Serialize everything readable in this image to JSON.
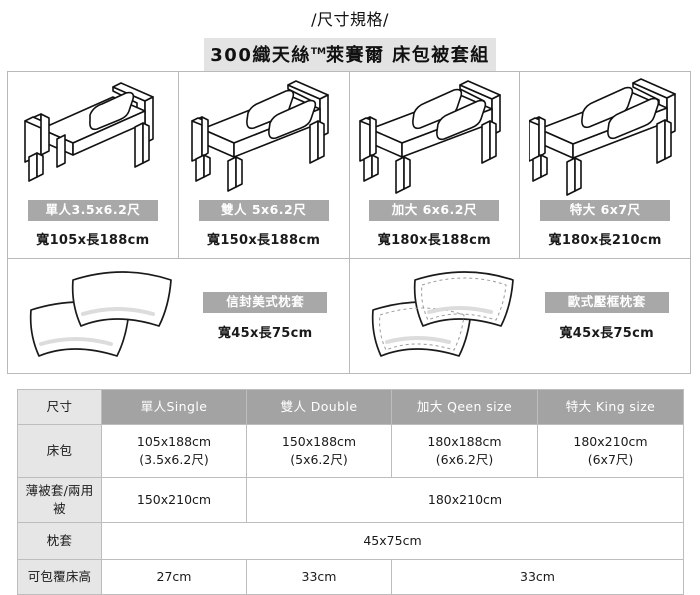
{
  "page_heading": "/尺寸規格/",
  "product_title": {
    "prefix": "300織天絲",
    "tm": "TM",
    "suffix": "萊賽爾 床包被套組"
  },
  "beds": [
    {
      "icon": "single-bed-icon",
      "badge": "單人3.5x6.2尺",
      "dims": "寬105x長188cm"
    },
    {
      "icon": "double-bed-icon",
      "badge": "雙人 5x6.2尺",
      "dims": "寬150x長188cm"
    },
    {
      "icon": "queen-bed-icon",
      "badge": "加大 6x6.2尺",
      "dims": "寬180x長188cm"
    },
    {
      "icon": "king-bed-icon",
      "badge": "特大 6x7尺",
      "dims": "寬180x長210cm"
    }
  ],
  "pillows": [
    {
      "icon": "envelope-pillowcase-icon",
      "badge": "信封美式枕套",
      "dims": "寬45x長75cm"
    },
    {
      "icon": "oxford-pillowcase-icon",
      "badge": "歐式壓框枕套",
      "dims": "寬45x長75cm"
    }
  ],
  "spec_table": {
    "headers": [
      "尺寸",
      "單人Single",
      "雙人 Double",
      "加大 Qeen size",
      "特大 King size"
    ],
    "rows": [
      {
        "label": "床包",
        "cells": [
          {
            "line1": "105x188cm",
            "line2": "(3.5x6.2尺)",
            "span": 1
          },
          {
            "line1": "150x188cm",
            "line2": "(5x6.2尺)",
            "span": 1
          },
          {
            "line1": "180x188cm",
            "line2": "(6x6.2尺)",
            "span": 1
          },
          {
            "line1": "180x210cm",
            "line2": "(6x7尺)",
            "span": 1
          }
        ]
      },
      {
        "label": "薄被套/兩用被",
        "cells": [
          {
            "line1": "150x210cm",
            "line2": "",
            "span": 1
          },
          {
            "line1": "180x210cm",
            "line2": "",
            "span": 3
          }
        ]
      },
      {
        "label": "枕套",
        "cells": [
          {
            "line1": "45x75cm",
            "line2": "",
            "span": 4
          }
        ]
      },
      {
        "label": "可包覆床高",
        "cells": [
          {
            "line1": "27cm",
            "line2": "",
            "span": 1
          },
          {
            "line1": "33cm",
            "line2": "",
            "span": 1
          },
          {
            "line1": "33cm",
            "line2": "",
            "span": 2
          }
        ]
      }
    ]
  },
  "colors": {
    "badge_gray": "#a8a8a8",
    "header_gray": "#a3a3a3",
    "rowhead_gray": "#e6e6e6",
    "title_highlight": "#e3e3e3",
    "border_gray": "#bdbdbd",
    "line_black": "#111111"
  }
}
